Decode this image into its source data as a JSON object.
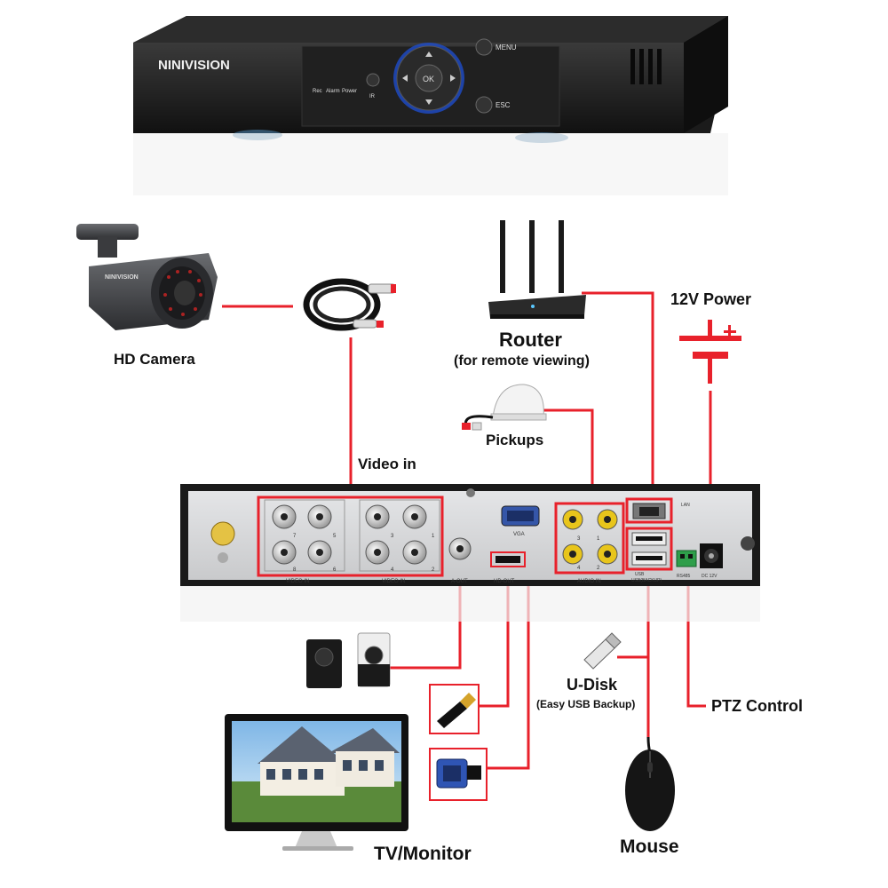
{
  "brand": "NINIVISION",
  "front_panel": {
    "indicators": [
      "Rec",
      "Alarm",
      "Power"
    ],
    "ir_label": "IR",
    "ok_label": "OK",
    "menu_label": "MENU",
    "esc_label": "ESC"
  },
  "labels": {
    "hd_camera": "HD Camera",
    "video_in": "Video in",
    "router": "Router",
    "router_sub": "(for remote viewing)",
    "pickups": "Pickups",
    "power": "12V Power",
    "u_disk": "U-Disk",
    "u_disk_sub": "(Easy USB Backup)",
    "ptz": "PTZ Control",
    "tv": "TV/Monitor",
    "mouse": "Mouse"
  },
  "rear_panel": {
    "video_in_label": "VIDEO IN",
    "channels_a": [
      "7",
      "5",
      "8",
      "6"
    ],
    "channels_b": [
      "3",
      "1",
      "4",
      "2"
    ],
    "a_out": "A-OUT",
    "hd_out": "HD-OUT",
    "vga": "VGA",
    "audio_in": "AUDIO IN",
    "audio_channels": [
      "3",
      "1",
      "4",
      "2"
    ],
    "lan": "LAN",
    "usb": "USB",
    "usb_backup": "USB(BACKUP)",
    "rs485": "RS485",
    "dc": "DC 12V"
  },
  "colors": {
    "connector_line": "#e8212b",
    "device_body": "#1a1a1a",
    "panel": "#d7d8da"
  }
}
